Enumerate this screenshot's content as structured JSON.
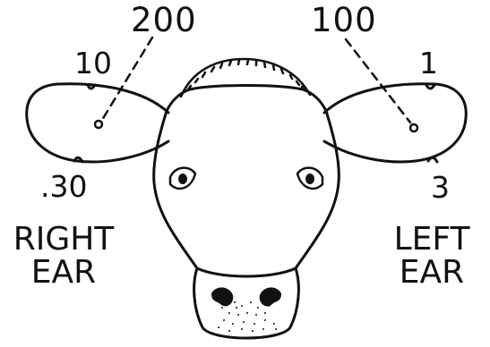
{
  "diagram": {
    "ear_notch_values": {
      "right_ear_top_hole": "200",
      "left_ear_top_hole": "100",
      "right_ear_top_notch": "10",
      "left_ear_top_notch": "1",
      "right_ear_bottom_notch": ".30",
      "left_ear_bottom_notch": "3"
    },
    "ear_labels": {
      "right": [
        "RIGHT",
        "EAR"
      ],
      "left": [
        "LEFT",
        "EAR"
      ]
    },
    "ink_color": "#111111",
    "paper_color": "#ffffff"
  }
}
